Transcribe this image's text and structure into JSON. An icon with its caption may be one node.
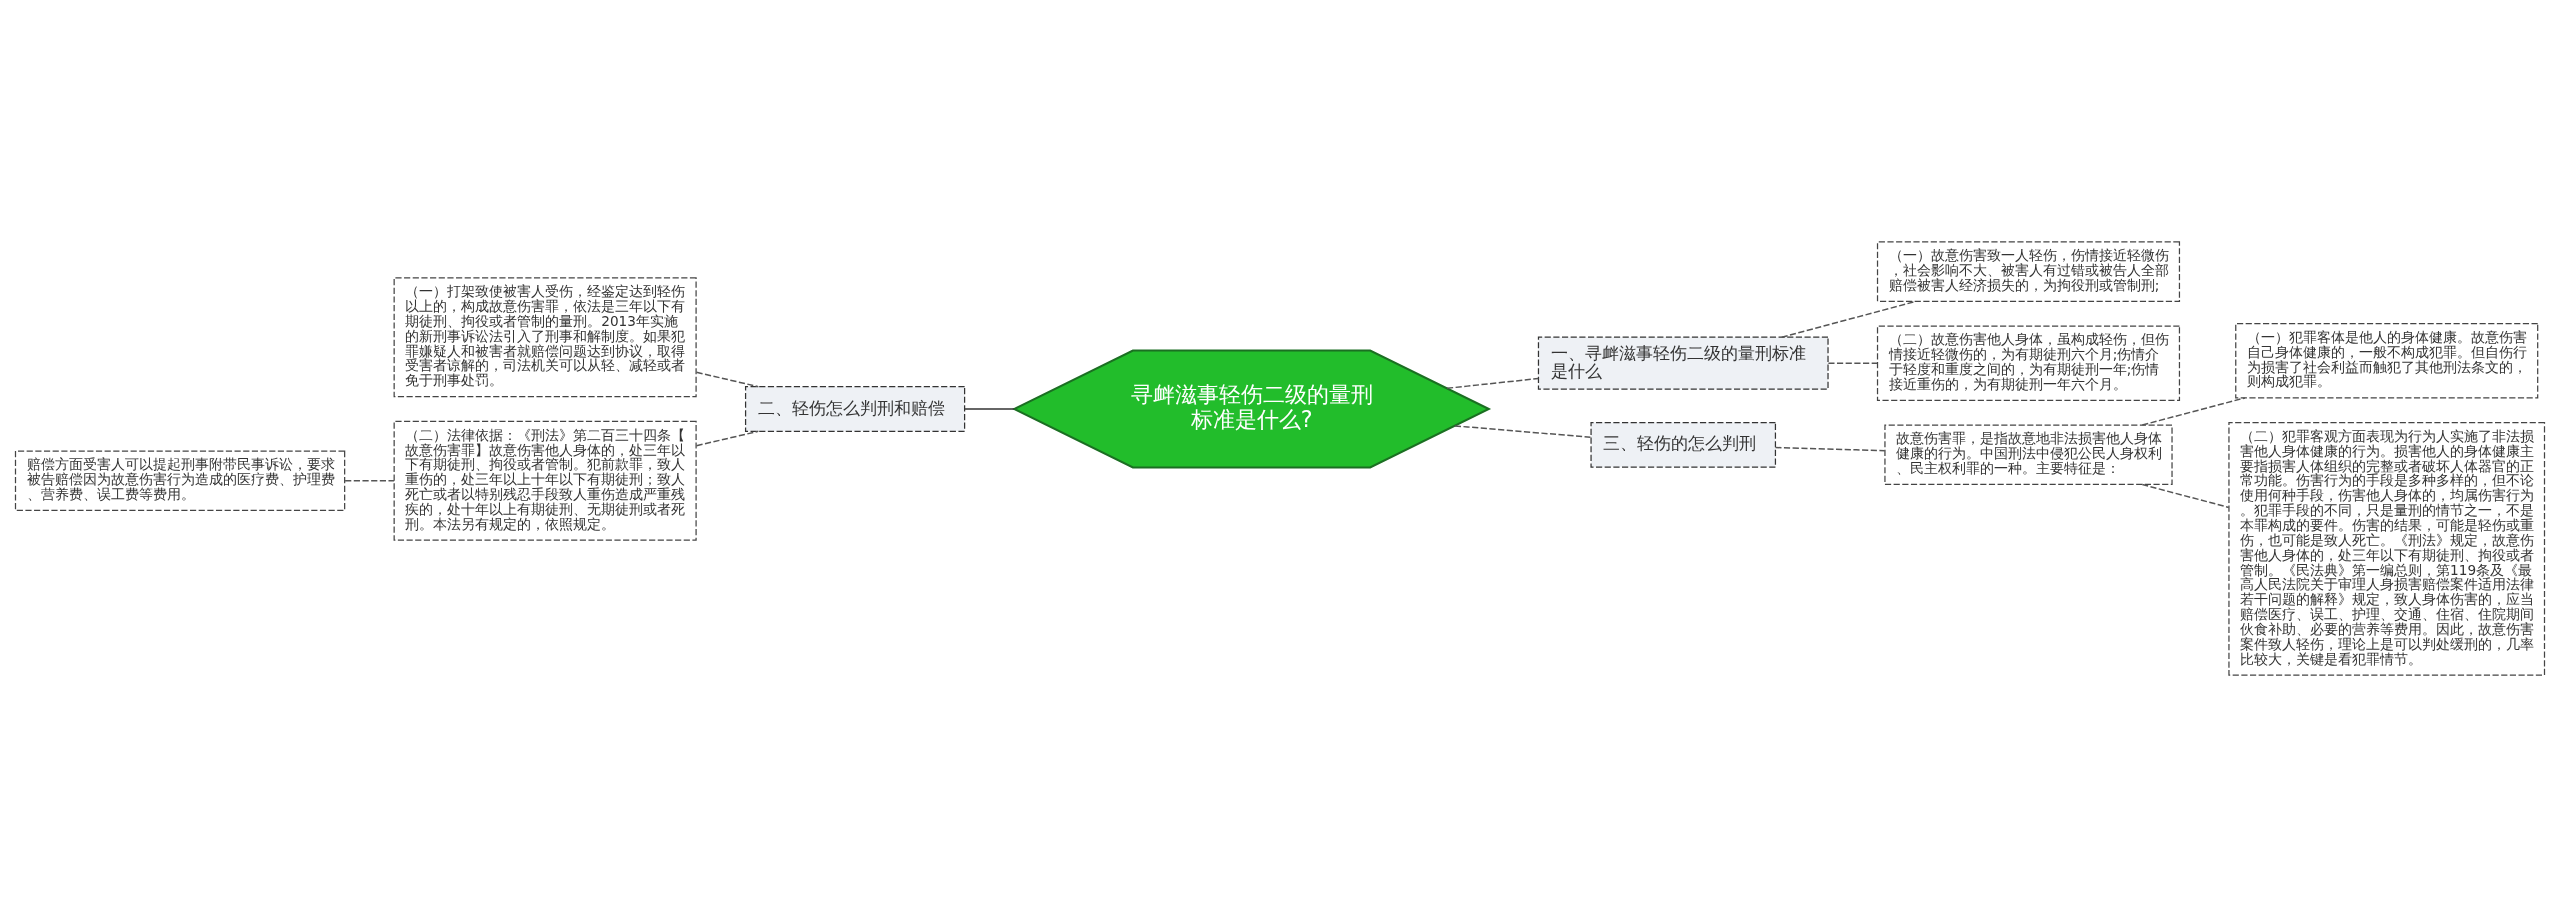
{
  "diagram": {
    "nodes": [
      {
        "text": [
          "寻衅滋事轻伤二级的量刑标准是什么?"
        ]
      },
      {
        "text": [
          "一、寻衅滋事轻伤二级的量刑标准是什么"
        ]
      },
      {
        "text": [
          "（一）故意伤害致一人轻伤，伤情接近轻微伤，社会影响不大、被害人有过错或被告人全部赔偿被害人经济损失的，为拘役刑或管制刑;"
        ]
      },
      {
        "text": [
          "（二）故意伤害他人身体，虽构成轻伤，但伤情接近轻微伤的，为有期徒刑六个月;伤情介于轻度和重度之间的，为有期徒刑一年;伤情接近重伤的，为有期徒刑一年六个月。"
        ]
      },
      {
        "text": [
          "二、轻伤怎么判刑和赔偿"
        ]
      },
      {
        "text": [
          "（一）打架致使被害人受伤，经鉴定达到轻伤以上的，构成故意伤害罪，依法是三年以下有期徒刑、拘役或者管制的量刑。2013年实施的新刑事诉讼法引入了刑事和解制度。如果犯罪嫌疑人和被害者就赔偿问题达到协议，取得受害者谅解的，司法机关可以从轻、减轻或者免于刑事处罚。"
        ]
      },
      {
        "text": [
          "（二）法律依据：《刑法》第二百三十四条【故意伤害罪】故意伤害他人身体的，处三年以下有期徒刑、拘役或者管制。犯前款罪，致人重伤的，处三年以上十年以下有期徒刑；致人死亡或者以特别残忍手段致人重伤造成严重残疾的，处十年以上有期徒刑、无期徒刑或者死刑。本法另有规定的，依照规定。"
        ]
      },
      {
        "text": [
          "赔偿方面受害人可以提起刑事附带民事诉讼，要求被告赔偿因为故意伤害行为造成的医疗费、护理费、营养费、误工费等费用。"
        ]
      },
      {
        "text": [
          "三、轻伤的怎么判刑"
        ]
      },
      {
        "text": [
          "故意伤害罪，是指故意地非法损害他人身体健康的行为。中国刑法中侵犯公民人身权利、民主权利罪的一种。主要特征是："
        ]
      },
      {
        "text": [
          "（一）犯罪客体是他人的身体健康。故意伤害自己身体健康的，一般不构成犯罪。但自伤行为损害了社会利益而触犯了其他刑法条文的，则构成犯罪。"
        ]
      },
      {
        "text": [
          "（二）犯罪客观方面表现为行为人实施了非法损害他人身体健康的行为。损害他人的身体健康主要指损害人体组织的完整或者破坏人体器官的正常功能。伤害行为的手段是多种多样的，但不论使用何种手段，伤害他人身体的，均属伤害行为。犯罪手段的不同，只是量刑的情节之一，不是本罪构成的要件。伤害的结果，可能是轻伤或重伤，也可能是致人死亡。《刑法》规定，故意伤害他人身体的，处三年以下有期徒刑、拘役或者管制。《民法典》第一编总则，第119条及《最高人民法院关于审理人身损害赔偿案件适用法律若干问题的解释》规定，致人身体伤害的，应当赔偿医疗、误工、护理、交通、住宿、住院期间伙食补助、必要的营养等费用。因此，故意伤害案件致人轻伤，理论上是可以判处缓刑的，几率比较大，关键是看犯罪情节。"
        ]
      }
    ],
    "edges": [
      {
        "from": 0,
        "to": 1,
        "arrow": "none",
        "style": "dashed"
      },
      {
        "from": 1,
        "to": 2,
        "arrow": "none",
        "style": "dashed"
      },
      {
        "from": 1,
        "to": 3,
        "arrow": "none",
        "style": "dashed"
      },
      {
        "from": 4,
        "to": 0,
        "arrow": "none"
      },
      {
        "from": 5,
        "to": 4,
        "arrow": "none",
        "style": "dashed"
      },
      {
        "from": 6,
        "to": 4,
        "arrow": "none",
        "style": "dashed"
      },
      {
        "from": 7,
        "to": 6,
        "arrow": "none",
        "style": "dashed"
      },
      {
        "from": 0,
        "to": 8,
        "arrow": "none",
        "style": "dashed"
      },
      {
        "from": 8,
        "to": 9,
        "arrow": "none",
        "style": "dashed"
      },
      {
        "from": 9,
        "to": 10,
        "arrow": "none",
        "style": "dashed"
      },
      {
        "from": 9,
        "to": 11,
        "arrow": "none",
        "style": "dashed"
      }
    ]
  }
}
